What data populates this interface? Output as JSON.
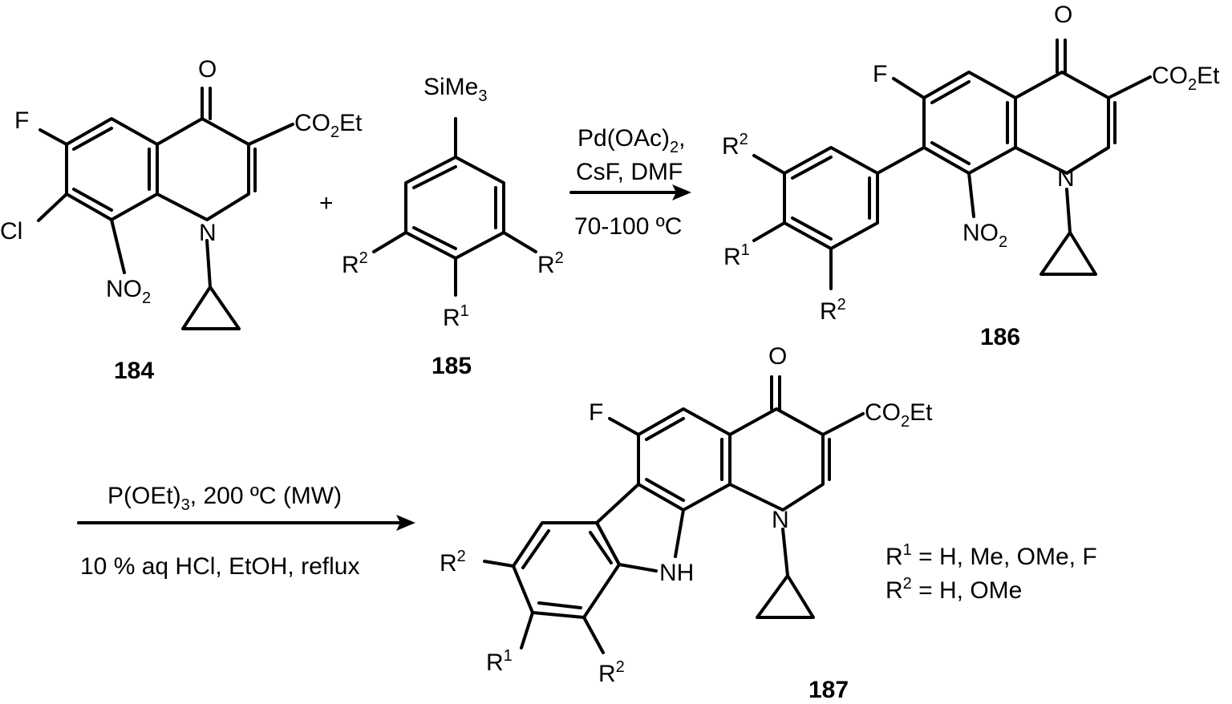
{
  "labels": {
    "o": "O",
    "f": "F",
    "cl": "Cl",
    "n": "N",
    "nh": "NH",
    "no": "NO",
    "co": "CO",
    "et": "Et",
    "two": "2",
    "three": "3",
    "one": "1",
    "si": "SiMe",
    "r": "R",
    "plus": "+"
  },
  "compounds": {
    "c184": "184",
    "c185": "185",
    "c186": "186",
    "c187": "187"
  },
  "reaction1": {
    "reagent_a": "Pd(OAc)",
    "reagent_b": "CsF, DMF",
    "temperature": "70-100 ºC"
  },
  "reaction2": {
    "reagent_a": "P(OEt)",
    "reagent_b": ", 200 ºC (MW)",
    "workup": "10 % aq HCl, EtOH, reflux"
  },
  "legend": {
    "r1_values": " = H, Me, OMe, F",
    "r2_values": " = H, OMe"
  }
}
